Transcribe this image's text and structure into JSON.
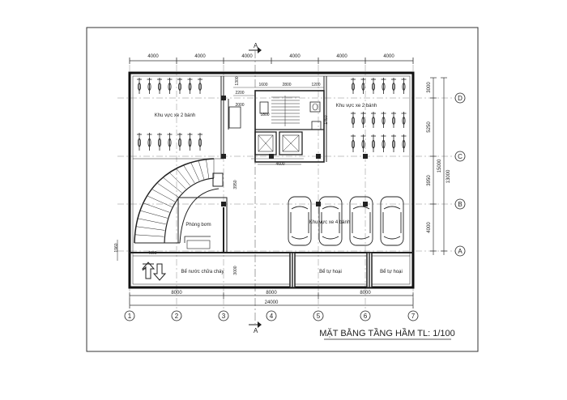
{
  "title": "MẶT BẰNG TẦNG HẦM TL: 1/100",
  "section_marks": [
    "A",
    "A"
  ],
  "dims": {
    "top": [
      "4000",
      "4000",
      "4000",
      "4000",
      "4000",
      "4000"
    ],
    "bottom_mid": [
      "8000",
      "8000",
      "8000"
    ],
    "bottom_total": "24000",
    "left_inner": "4000",
    "inner": {
      "d1600": "1600",
      "d2800": "2800",
      "d1200": "1200",
      "d1800": "1800",
      "d2000": "2000",
      "d2200": "2200",
      "d1300": "1300",
      "d1450": "1450",
      "d4600": "4600",
      "d3950": "3950",
      "d3000": "3000",
      "d1960": "1960"
    },
    "right": [
      "3000",
      "5250",
      "3950",
      "4000"
    ],
    "right_total": "15000",
    "right_sub": "13000"
  },
  "labels": {
    "moto_left": "Khu vực xe 2 bánh",
    "moto_right": "Khu vực xe 2 bánh",
    "pump_room": "Phòng bơm",
    "car_area": "Khu vực xe 4 bánh",
    "fire_tank": "Bể nước chữa cháy",
    "septic_1": "Bể tự hoại",
    "septic_2": "Bể tự hoại"
  },
  "grid_cols": [
    "1",
    "2",
    "3",
    "4",
    "5",
    "6",
    "7"
  ],
  "grid_rows": [
    "D",
    "C",
    "B",
    "A"
  ],
  "colors": {
    "line": "#2b2b2b",
    "grid": "#444444",
    "dash": "#777777"
  }
}
